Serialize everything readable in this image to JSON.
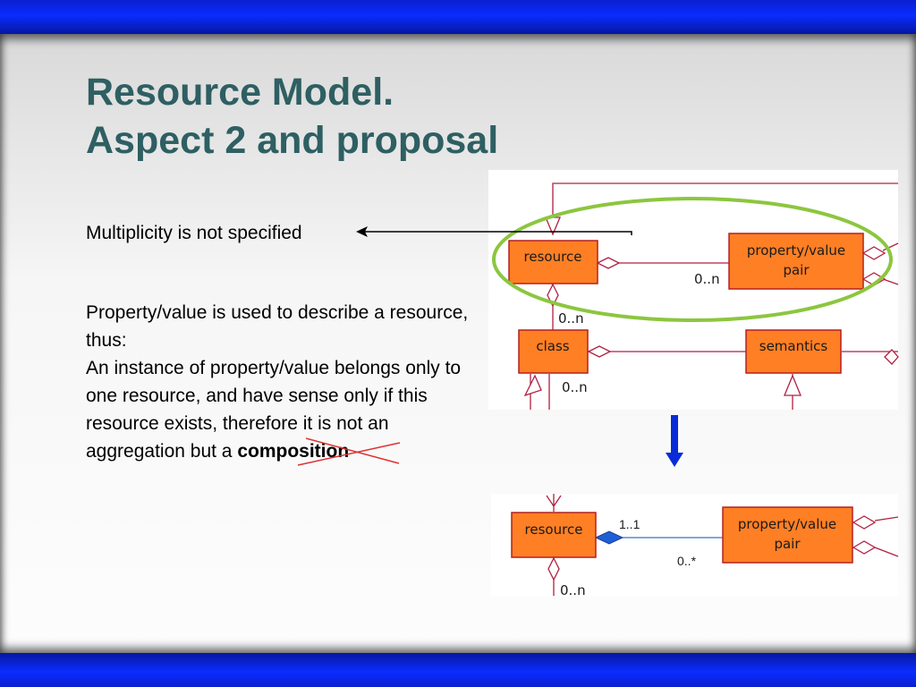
{
  "slide": {
    "title_line1": "Resource Model.",
    "title_line2": "Aspect 2 and proposal",
    "note_multiplicity": "Multiplicity is not specified",
    "para_line1": "Property/value is used to describe a resource, thus:",
    "para_line2": "An instance of property/value belongs only to one resource, and have sense only if this resource exists, therefore it is not an aggregation but a ",
    "para_bold": "composition"
  },
  "diagram_top": {
    "resource": "resource",
    "property_value_1": "property/value",
    "property_value_2": "pair",
    "class": "class",
    "semantics": "semantics",
    "mult_pv": "0..n",
    "mult_class": "0..n",
    "mult_class_below": "0..n"
  },
  "diagram_bottom": {
    "resource": "resource",
    "property_value_1": "property/value",
    "property_value_2": "pair",
    "mult_one": "1..1",
    "mult_many": "0..*",
    "mult_below": "0..n"
  },
  "colors": {
    "title": "#2e5f62",
    "box_fill": "#ff7f24",
    "box_stroke": "#b42020",
    "highlight_ellipse": "#8cc63f",
    "composition_diamond": "#1f5fd6",
    "arrow_down": "#0a2cd8",
    "strike": "#e03030"
  }
}
